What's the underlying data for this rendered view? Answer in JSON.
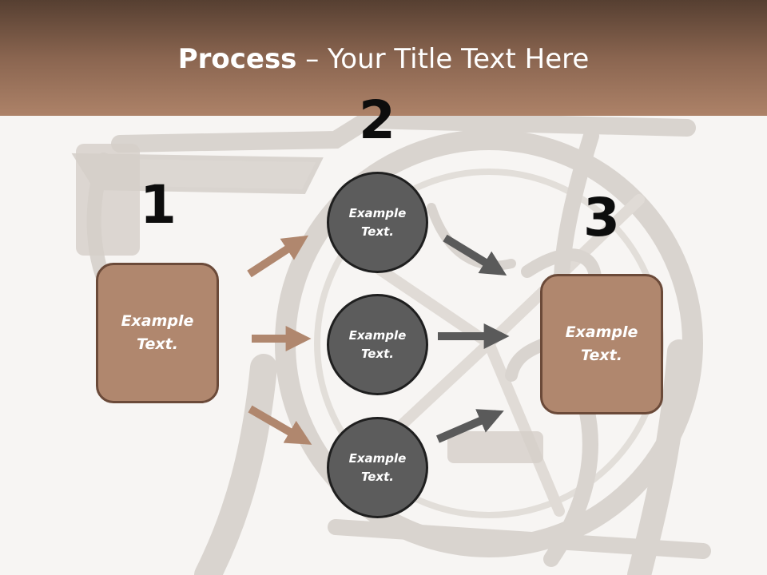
{
  "slide": {
    "title_bold": "Process",
    "title_rest": " – Your Title Text Here"
  },
  "steps": [
    {
      "number": "1",
      "text": "Example Text."
    },
    {
      "number": "2",
      "text": [
        "Example Text.",
        "Example Text.",
        "Example Text."
      ]
    },
    {
      "number": "3",
      "text": "Example Text."
    }
  ],
  "colors": {
    "header_dark": "#563f31",
    "header_light": "#ad8268",
    "box_fill": "#b0876e",
    "box_border": "#6b4a39",
    "circle_fill": "#5c5c5c",
    "arrow_brown": "#b0876e",
    "arrow_gray": "#5a5a5a"
  }
}
